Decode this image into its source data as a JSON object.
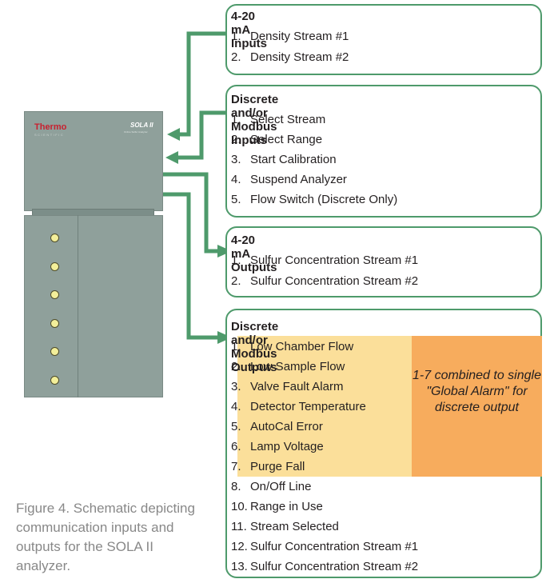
{
  "analyzer": {
    "brand": "Thermo",
    "brand_sub": "SCIENTIFIC",
    "model": "SOLA II",
    "model_sub": "Online Sulfur Analyzer",
    "indicator_count": 6
  },
  "boxes": [
    {
      "title": "4-20 mA Inputs",
      "items": [
        {
          "n": "1.",
          "label": "Density Stream #1"
        },
        {
          "n": "2.",
          "label": "Density Stream #2"
        }
      ]
    },
    {
      "title": "Discrete and/or Modbus Inputs",
      "items": [
        {
          "n": "1.",
          "label": "Select Stream"
        },
        {
          "n": "2.",
          "label": "Select Range"
        },
        {
          "n": "3.",
          "label": "Start Calibration"
        },
        {
          "n": "4.",
          "label": "Suspend Analyzer"
        },
        {
          "n": "5.",
          "label": "Flow Switch (Discrete Only)"
        }
      ]
    },
    {
      "title": "4-20 mA Outputs",
      "items": [
        {
          "n": "1.",
          "label": "Sulfur Concentration Stream #1"
        },
        {
          "n": "2.",
          "label": "Sulfur Concentration Stream #2"
        }
      ]
    },
    {
      "title": "Discrete and/or Modbus Outputs",
      "items": [
        {
          "n": "1.",
          "label": "Low Chamber Flow"
        },
        {
          "n": "2.",
          "label": "Low Sample Flow"
        },
        {
          "n": "3.",
          "label": "Valve Fault Alarm"
        },
        {
          "n": "4.",
          "label": "Detector Temperature"
        },
        {
          "n": "5.",
          "label": "AutoCal Error"
        },
        {
          "n": "6.",
          "label": "Lamp Voltage"
        },
        {
          "n": "7.",
          "label": "Purge Fall"
        },
        {
          "n": "8.",
          "label": "On/Off Line"
        },
        {
          "n": "10.",
          "label": "Range in Use"
        },
        {
          "n": "11.",
          "label": "Stream Selected"
        },
        {
          "n": "12.",
          "label": "Sulfur Concentration Stream #1"
        },
        {
          "n": "13.",
          "label": "Sulfur Concentration Stream #2"
        }
      ]
    }
  ],
  "global_alarm_note": "1-7 combined to single \"Global Alarm\" for discrete output",
  "caption": "Figure 4. Schematic depicting communication inputs and outputs for the SOLA II analyzer.",
  "colors": {
    "connector": "#4e9a6b",
    "highlight": "#fbdf9a",
    "note": "#f7ac5d",
    "analyzer_body": "#8fa09b",
    "brand_red": "#c8202f"
  }
}
